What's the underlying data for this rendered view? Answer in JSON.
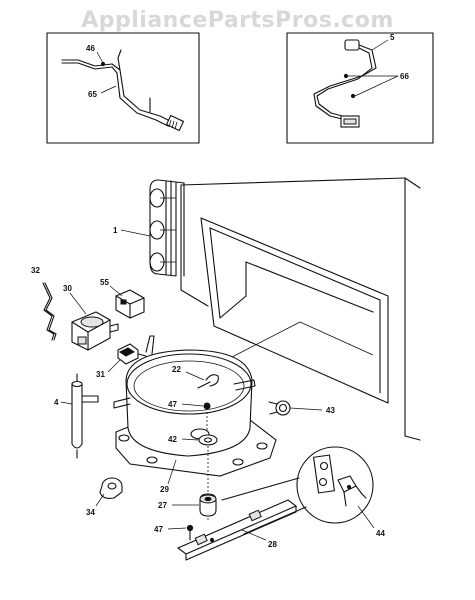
{
  "watermark": "AppliancePartsPros.com",
  "callouts": {
    "c1": "1",
    "c4": "4",
    "c5": "5",
    "c27": "27",
    "c28": "28",
    "c29": "29",
    "c30": "30",
    "c31": "31",
    "c32": "32",
    "c34": "34",
    "c42": "42",
    "c43": "43",
    "c44": "44",
    "c46": "46",
    "c47a": "47",
    "c47b": "47",
    "c55": "55",
    "c65": "65",
    "c66": "66",
    "c22": "22"
  }
}
